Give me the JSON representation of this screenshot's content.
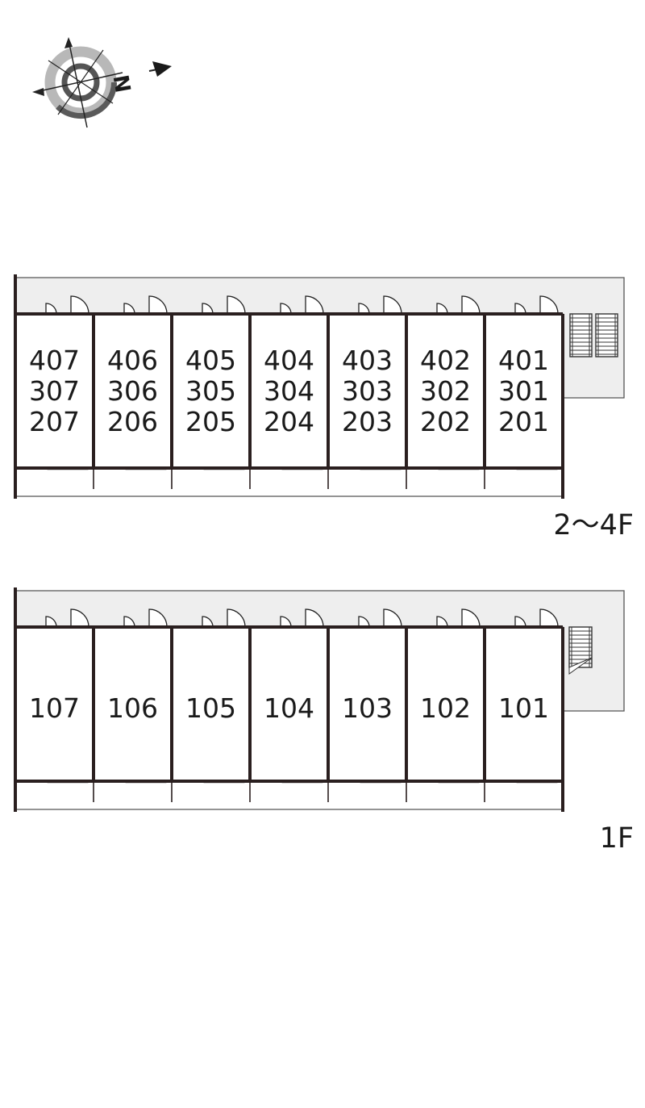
{
  "compass": {
    "north_letter": "N",
    "icon": "compass-rose-icon"
  },
  "colors": {
    "wall": "#2a1f1f",
    "corridor": "#eeeeee",
    "outline": "#555555",
    "text": "#1a1a1a"
  },
  "floors": [
    {
      "label": "2～4F",
      "stairs": "double",
      "units": [
        {
          "lines": [
            "407",
            "307",
            "207"
          ]
        },
        {
          "lines": [
            "406",
            "306",
            "206"
          ]
        },
        {
          "lines": [
            "405",
            "305",
            "205"
          ]
        },
        {
          "lines": [
            "404",
            "304",
            "204"
          ]
        },
        {
          "lines": [
            "403",
            "303",
            "203"
          ]
        },
        {
          "lines": [
            "402",
            "302",
            "202"
          ]
        },
        {
          "lines": [
            "401",
            "301",
            "201"
          ]
        }
      ]
    },
    {
      "label": "1F",
      "stairs": "single",
      "units": [
        {
          "lines": [
            "107"
          ]
        },
        {
          "lines": [
            "106"
          ]
        },
        {
          "lines": [
            "105"
          ]
        },
        {
          "lines": [
            "104"
          ]
        },
        {
          "lines": [
            "103"
          ]
        },
        {
          "lines": [
            "102"
          ]
        },
        {
          "lines": [
            "101"
          ]
        }
      ]
    }
  ]
}
